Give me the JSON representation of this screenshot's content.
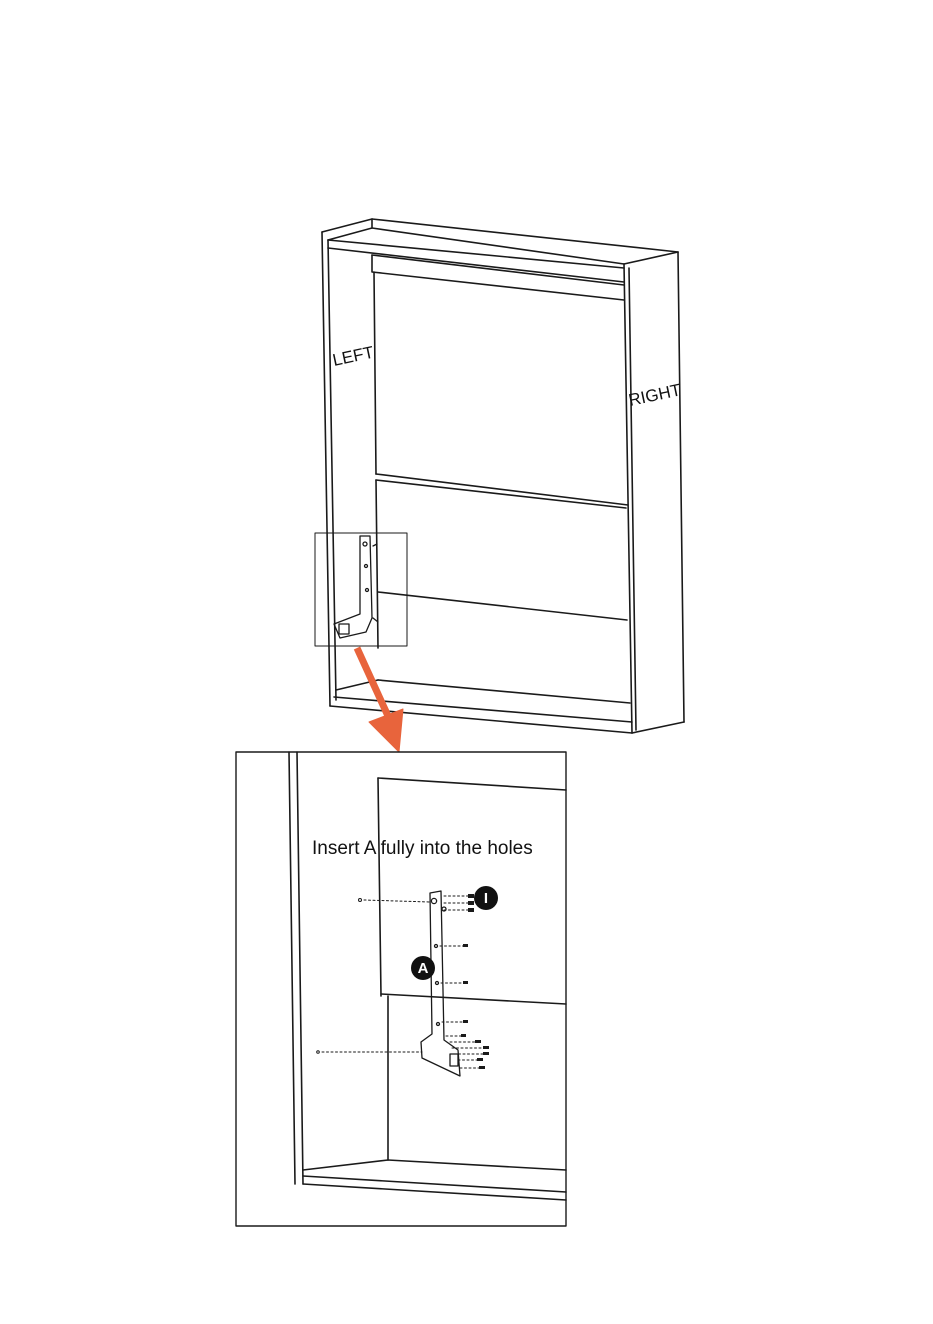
{
  "labels": {
    "left": "LEFT",
    "right": "RIGHT",
    "instruction": "Insert A fully into the holes"
  },
  "callouts": {
    "part_a": "A",
    "part_i": "I"
  },
  "colors": {
    "line": "#1a1a1a",
    "arrow": "#e8643c",
    "badge": "#111111"
  },
  "icons": {
    "bracket": "l-shaped-mounting-bracket-icon",
    "screw": "screw-icon"
  }
}
